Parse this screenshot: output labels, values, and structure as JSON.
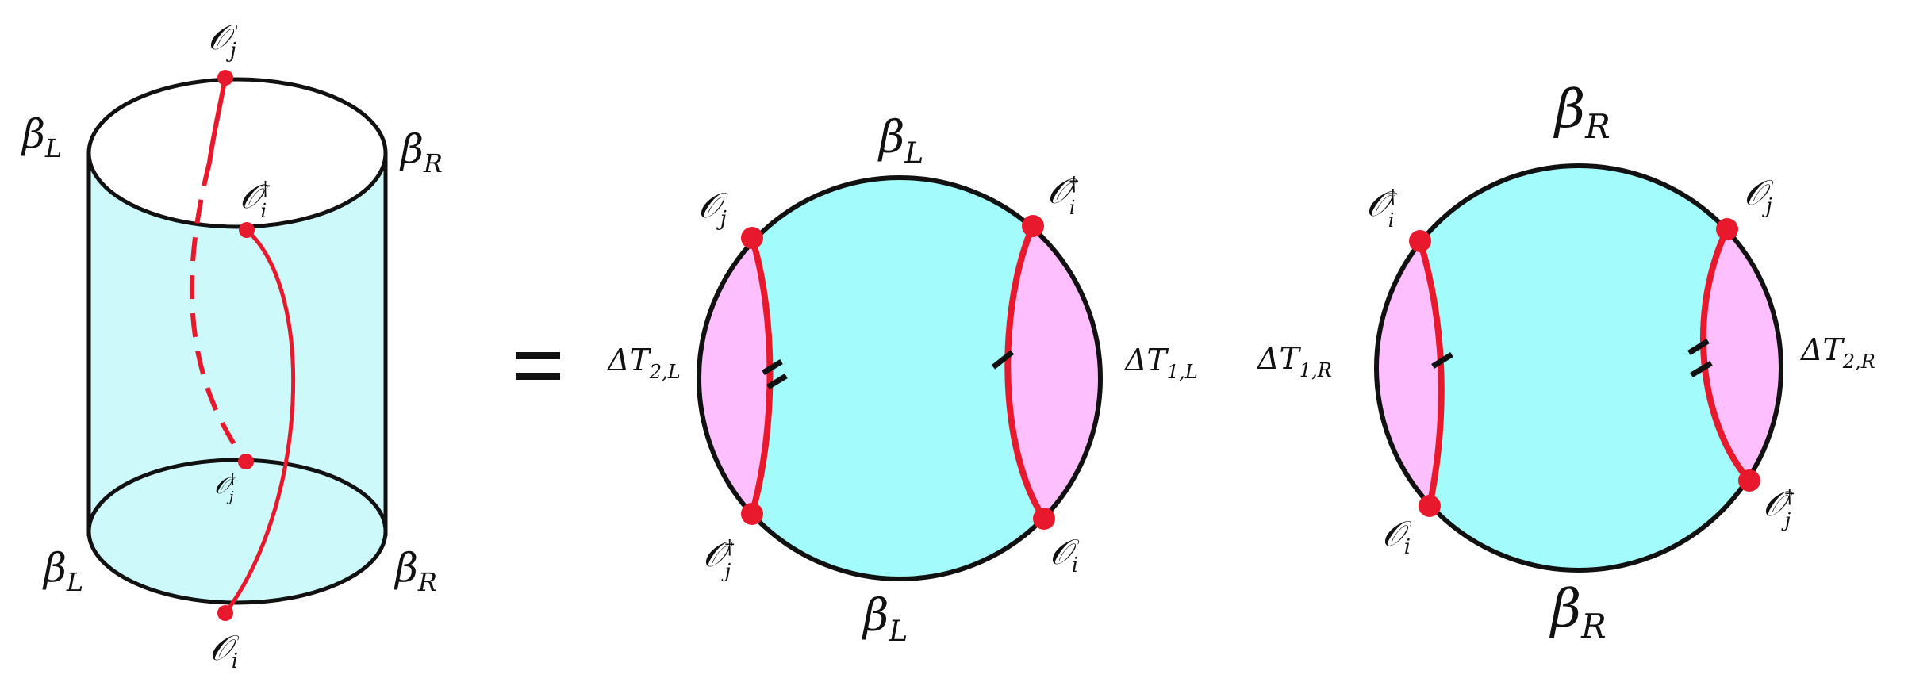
{
  "colors": {
    "region": "#a4fbfc",
    "cylinder_fill": "#cdf9fa",
    "lens": "#fdbffd",
    "geodesic": "#e8192c",
    "outline": "#111111"
  },
  "operators": {
    "O_i": "𝒪",
    "O_j": "𝒪",
    "sub_i": "i",
    "sub_j": "j",
    "dagger": "†"
  },
  "symbols": {
    "beta": "β",
    "L": "L",
    "R": "R",
    "delta_T": "ΔT",
    "sub_2L": "2,L",
    "sub_1L": "1,L",
    "sub_1R": "1,R",
    "sub_2R": "2,R",
    "equals": "="
  }
}
